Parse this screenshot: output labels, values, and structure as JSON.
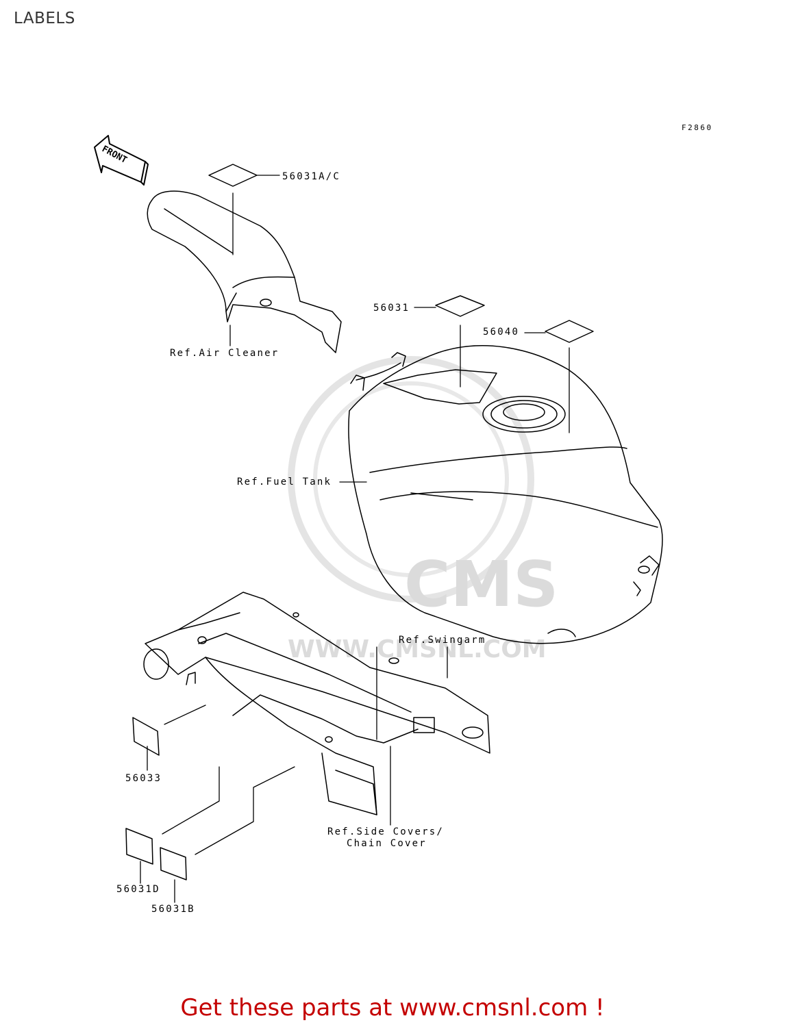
{
  "page": {
    "title": "LABELS"
  },
  "diagram": {
    "figure_code": "F2860",
    "front_label": "FRONT",
    "parts": {
      "p56031ac": "56031A/C",
      "p56031": "56031",
      "p56040": "56040",
      "p56033": "56033",
      "p56031d": "56031D",
      "p56031b": "56031B"
    },
    "refs": {
      "air_cleaner": "Ref.Air Cleaner",
      "fuel_tank": "Ref.Fuel Tank",
      "swingarm": "Ref.Swingarm",
      "side_covers_line1": "Ref.Side Covers/",
      "side_covers_line2": "Chain Cover"
    }
  },
  "watermark": {
    "logo": "CMS",
    "url": "WWW.CMSNL.COM"
  },
  "footer": {
    "text": "Get these parts at www.cmsnl.com !"
  }
}
